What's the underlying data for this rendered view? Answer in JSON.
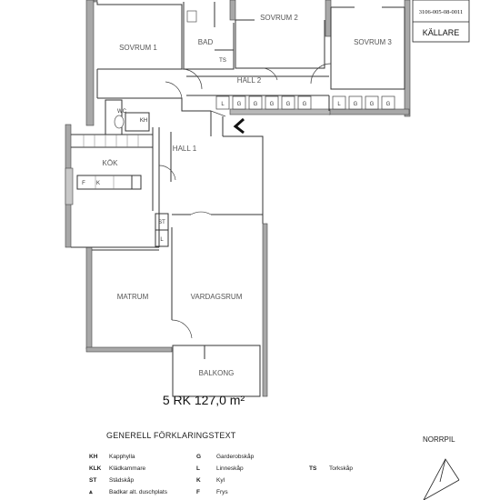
{
  "plan": {
    "property_code": "3106-005-08-0011",
    "floor_label": "KÄLLARE",
    "area_label": "5 RK 127,0 m²",
    "rooms": {
      "sovrum1": "SOVRUM 1",
      "sovrum2": "SOVRUM 2",
      "sovrum3": "SOVRUM 3",
      "bad": "BAD",
      "hall1": "HALL 1",
      "hall2": "HALL 2",
      "kok": "KÖK",
      "matrum": "MATRUM",
      "vardagsrum": "VARDAGSRUM",
      "balkong": "BALKONG"
    },
    "marks": {
      "ts": "TS",
      "wc": "WC",
      "kh": "KH",
      "st": "ST",
      "l": "L",
      "g": "G",
      "f": "F",
      "k": "K"
    }
  },
  "legend": {
    "title": "GENERELL FÖRKLARINGSTEXT",
    "col1": [
      {
        "abbr": "KH",
        "text": "Kapphylla"
      },
      {
        "abbr": "KLK",
        "text": "Klädkammare"
      },
      {
        "abbr": "ST",
        "text": "Städskåp"
      },
      {
        "abbr": "⩓",
        "text": "Badkar alt. duschplats"
      }
    ],
    "col2": [
      {
        "abbr": "G",
        "text": "Garderobskåp"
      },
      {
        "abbr": "L",
        "text": "Linneskåp"
      },
      {
        "abbr": "K",
        "text": "Kyl"
      },
      {
        "abbr": "F",
        "text": "Frys"
      }
    ],
    "col3": [
      {
        "abbr": "TS",
        "text": "Torkskåp"
      }
    ]
  },
  "north": {
    "label": "NORRPIL"
  }
}
